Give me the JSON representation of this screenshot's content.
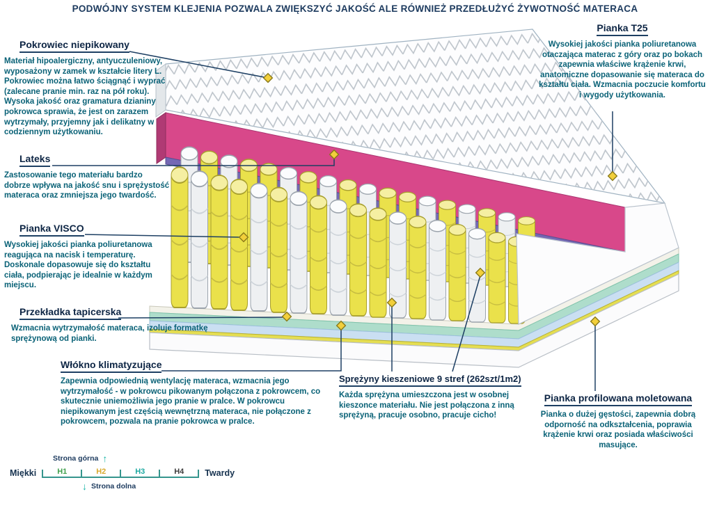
{
  "banner": "PODWÓJNY SYSTEM KLEJENIA POZWALA ZWIĘKSZYĆ JAKOŚĆ ALE RÓWNIEŻ PRZEDŁUŻYĆ ŻYWOTNOŚĆ MATERACA",
  "callouts": [
    {
      "title": "Pokrowiec niepikowany",
      "body": "Materiał hipoalergiczny, antyuczuleniowy, wyposażony w zamek w kształcie litery L. Pokrowiec można łatwo ściągnąć i wyprać (zalecane pranie min. raz na pół roku). Wysoka jakość oraz gramatura dzianiny pokrowca sprawia, że jest on zarazem wytrzymały, przyjemny jak i delikatny w codziennym użytkowaniu."
    },
    {
      "title": "Lateks",
      "body": "Zastosowanie tego materiału bardzo dobrze wpływa na jakość snu i sprężystość materaca oraz zmniejsza jego twardość."
    },
    {
      "title": "Pianka VISCO",
      "body": "Wysokiej jakości pianka poliuretanowa reagująca na nacisk i temperaturę. Doskonale dopasowuje się do kształtu ciała, podpierając je idealnie w każdym miejscu."
    },
    {
      "title": "Przekładka tapicerska",
      "body": "Wzmacnia wytrzymałość materaca, izoluje formatkę sprężynową od pianki."
    },
    {
      "title": "Włókno klimatyzujące",
      "body": "Zapewnia odpowiednią wentylację materaca, wzmacnia jego wytrzymałość - w pokrowcu pikowanym połączona z pokrowcem, co skutecznie uniemożliwia jego pranie w pralce. W pokrowcu niepikowanym jest częścią wewnętrzną materaca, nie połączone z pokrowcem, pozwala na pranie pokrowca w pralce."
    },
    {
      "title": "Pianka T25",
      "body": "Wysokiej jakości pianka poliuretanowa otaczająca materac z góry oraz po bokach zapewnia właściwe krążenie krwi, anatomiczne dopasowanie się materaca do kształtu ciała. Wzmacnia poczucie komfortu i wygody użytkowania."
    },
    {
      "title": "Sprężyny kieszeniowe 9 stref (262szt/1m2)",
      "body": "Każda sprężyna umieszczona jest w osobnej kieszonce materiału. Nie jest połączona z inną sprężyną, pracuje osobno, pracuje cicho!"
    },
    {
      "title": "Pianka profilowana moletowana",
      "body": "Pianka o dużej gęstości, zapewnia dobrą odporność na odkształcenia, poprawia krążenie krwi oraz posiada właściwości masujące."
    }
  ],
  "scale": {
    "upper_side": "Strona górna",
    "lower_side": "Strona dolna",
    "soft": "Miękki",
    "hard": "Twardy",
    "levels": [
      {
        "label": "H1",
        "color": "#3fa04c"
      },
      {
        "label": "H2",
        "color": "#d8aa2e"
      },
      {
        "label": "H3",
        "color": "#1ba8a0"
      },
      {
        "label": "H4",
        "color": "#3c3c3c"
      }
    ]
  },
  "colors": {
    "heading": "#0d2544",
    "body_text": "#0a6277",
    "callout_line": "#1d3f63",
    "marker_diamond": "#f2cf3b",
    "latex_layer": "#d8488a",
    "visco_layer": "#7468b4",
    "spring_yellow": "#eae14b",
    "climate_fiber": "#aeddcb",
    "scale_arrow": "#12b2a4"
  }
}
